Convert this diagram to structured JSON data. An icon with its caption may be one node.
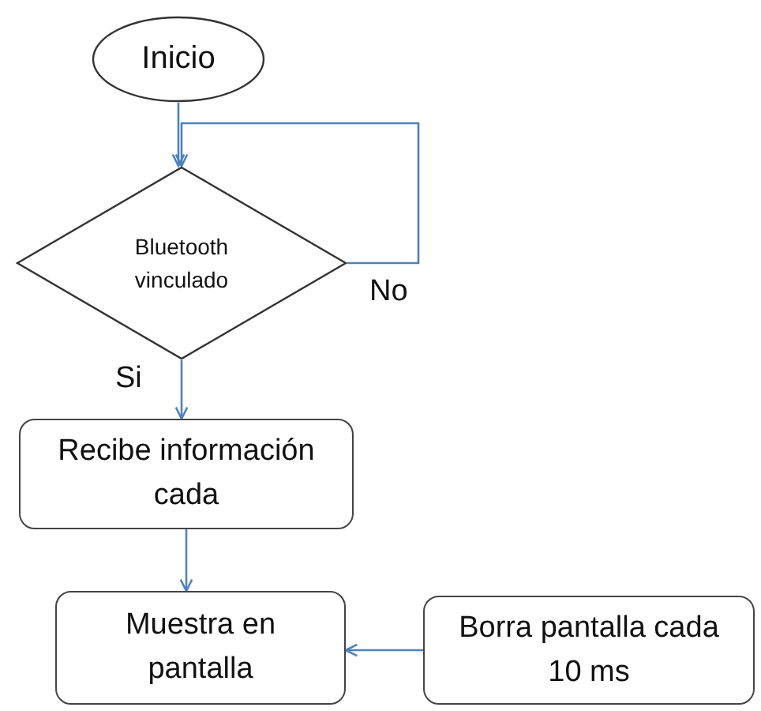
{
  "diagram": {
    "nodes": [
      {
        "text": [
          "Inicio"
        ]
      },
      {
        "text": [
          "Bluetooth vinculado"
        ]
      },
      {
        "text": [
          "Recibe información cada"
        ]
      },
      {
        "text": [
          "Muestra en pantalla"
        ]
      },
      {
        "text": [
          "Borra pantalla cada 10 ms"
        ]
      }
    ],
    "edges": [
      {
        "from": 0,
        "to": 1,
        "arrow": "to"
      },
      {
        "from": 1,
        "to": 1,
        "arrow": "to",
        "label": "No"
      },
      {
        "from": 1,
        "to": 2,
        "arrow": "to",
        "label": "Si"
      },
      {
        "from": 2,
        "to": 3,
        "arrow": "to"
      },
      {
        "from": 4,
        "to": 3,
        "arrow": "to"
      }
    ]
  }
}
